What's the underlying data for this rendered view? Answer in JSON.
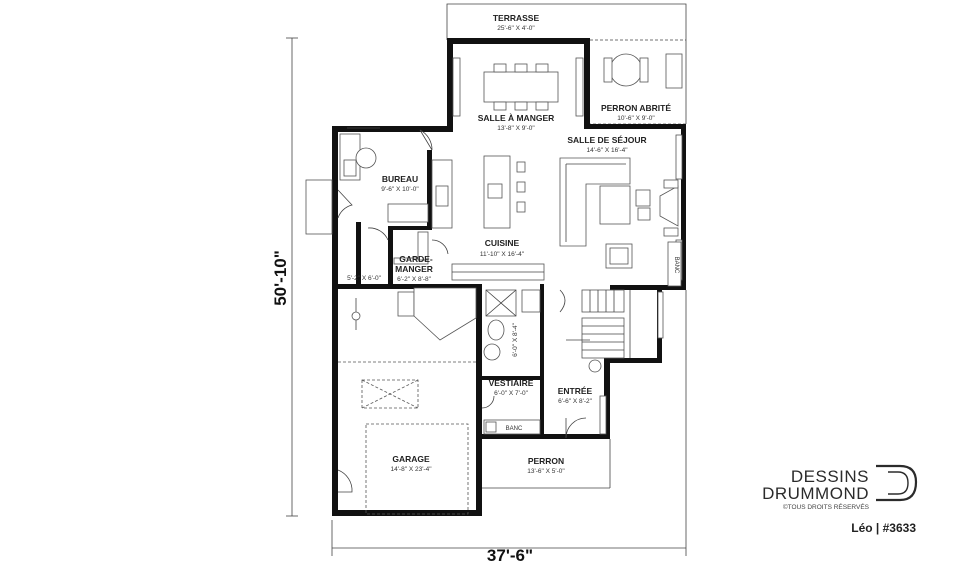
{
  "rooms": {
    "terrasse": {
      "name": "TERRASSE",
      "dim": "25'-6\" X 4'-0\""
    },
    "salle_a_manger": {
      "name": "SALLE À MANGER",
      "dim": "13'-8\" X 9'-0\""
    },
    "perron_abrite": {
      "name": "PERRON ABRITÉ",
      "dim": "10'-6\" X 9'-0\""
    },
    "salle_de_sejour": {
      "name": "SALLE DE SÉJOUR",
      "dim": "14'-6\" X 16'-4\""
    },
    "bureau": {
      "name": "BUREAU",
      "dim": "9'-6\" X 10'-0\""
    },
    "cuisine": {
      "name": "CUISINE",
      "dim": "11'-10\" X 16'-4\""
    },
    "garde_manger": {
      "name_line1": "GARDE-",
      "name_line2": "MANGER",
      "dim": "6'-2\" X 8'-8\""
    },
    "closet_bureau": {
      "dim": "5'-2\" X 6'-0\""
    },
    "salle_eau": {
      "dim": "6'-0\" X 8'-4\""
    },
    "vestiaire": {
      "name": "VESTIAIRE",
      "dim": "6'-0\" X 7'-0\""
    },
    "entree": {
      "name": "ENTRÉE",
      "dim": "6'-6\" X 8'-2\""
    },
    "perron": {
      "name": "PERRON",
      "dim": "13'-6\" X 5'-0\""
    },
    "garage": {
      "name": "GARAGE",
      "dim": "14'-8\" X 23'-4\""
    }
  },
  "labels": {
    "banc_1": "BANC",
    "banc_2": "BANC"
  },
  "dimensions": {
    "depth": "50'-10\"",
    "width": "37'-6\""
  },
  "brand": {
    "line1": "DESSINS",
    "line2": "DRUMMOND",
    "rights": "©TOUS DROITS RÉSERVÉS",
    "plan_name": "Léo | #3633"
  }
}
